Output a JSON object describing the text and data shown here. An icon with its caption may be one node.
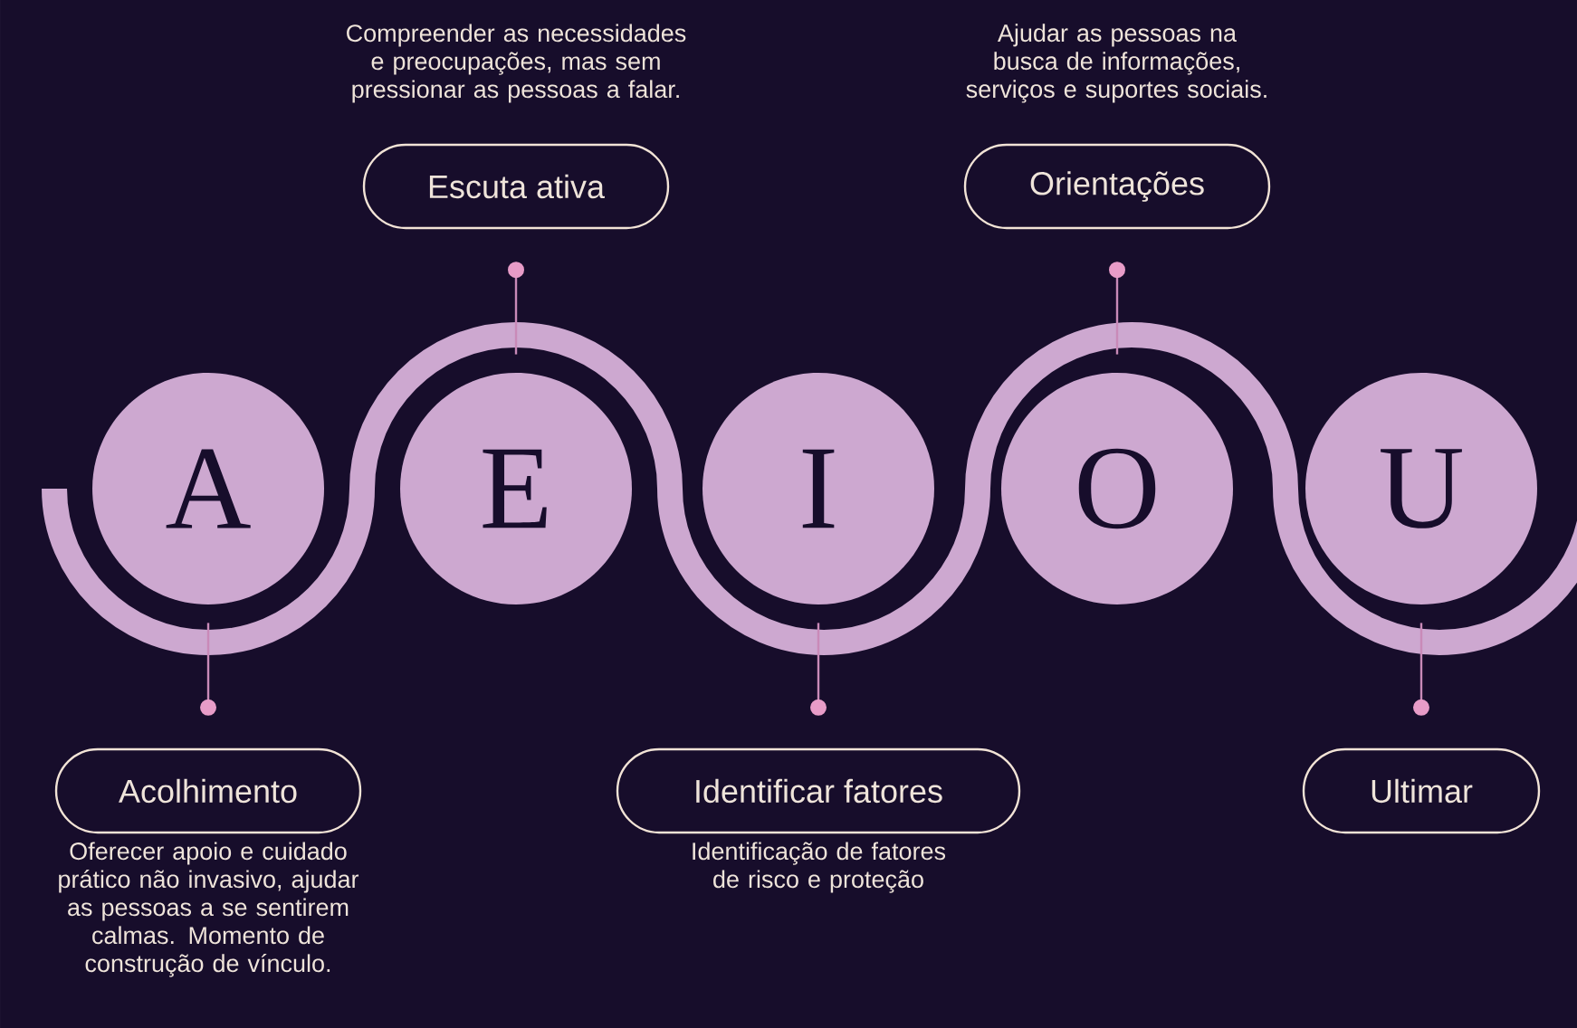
{
  "diagram": {
    "nodes": [
      {
        "text": [
          "Escuta ativa"
        ],
        "beside": [
          "Compreender as necessidades e preocupações, mas sem pressionar as pessoas a falar."
        ]
      },
      {
        "text": [
          "Orientações"
        ],
        "beside": [
          "Ajudar as pessoas na busca de informações, serviços e suportes sociais."
        ]
      },
      {
        "text": [
          "A"
        ]
      },
      {
        "text": [
          "E"
        ]
      },
      {
        "text": [
          "I"
        ]
      },
      {
        "text": [
          "O"
        ]
      },
      {
        "text": [
          "U"
        ]
      },
      {
        "text": [
          "Acolhimento"
        ],
        "beside": [
          "Oferecer apoio e cuidado prático não invasivo, ajudar as pessoas a se sentirem calmas. Momento de construção de vínculo."
        ]
      },
      {
        "text": [
          "Identificar fatores"
        ],
        "beside": [
          "Identificação de fatores de risco e proteção"
        ]
      },
      {
        "text": [
          "Ultimar"
        ]
      }
    ],
    "edges": [
      {
        "from": 3,
        "to": 0,
        "arrow": "other"
      },
      {
        "from": 5,
        "to": 1,
        "arrow": "other"
      },
      {
        "from": 2,
        "to": 7,
        "arrow": "other"
      },
      {
        "from": 4,
        "to": 8,
        "arrow": "other"
      },
      {
        "from": 6,
        "to": 9,
        "arrow": "other"
      }
    ]
  }
}
